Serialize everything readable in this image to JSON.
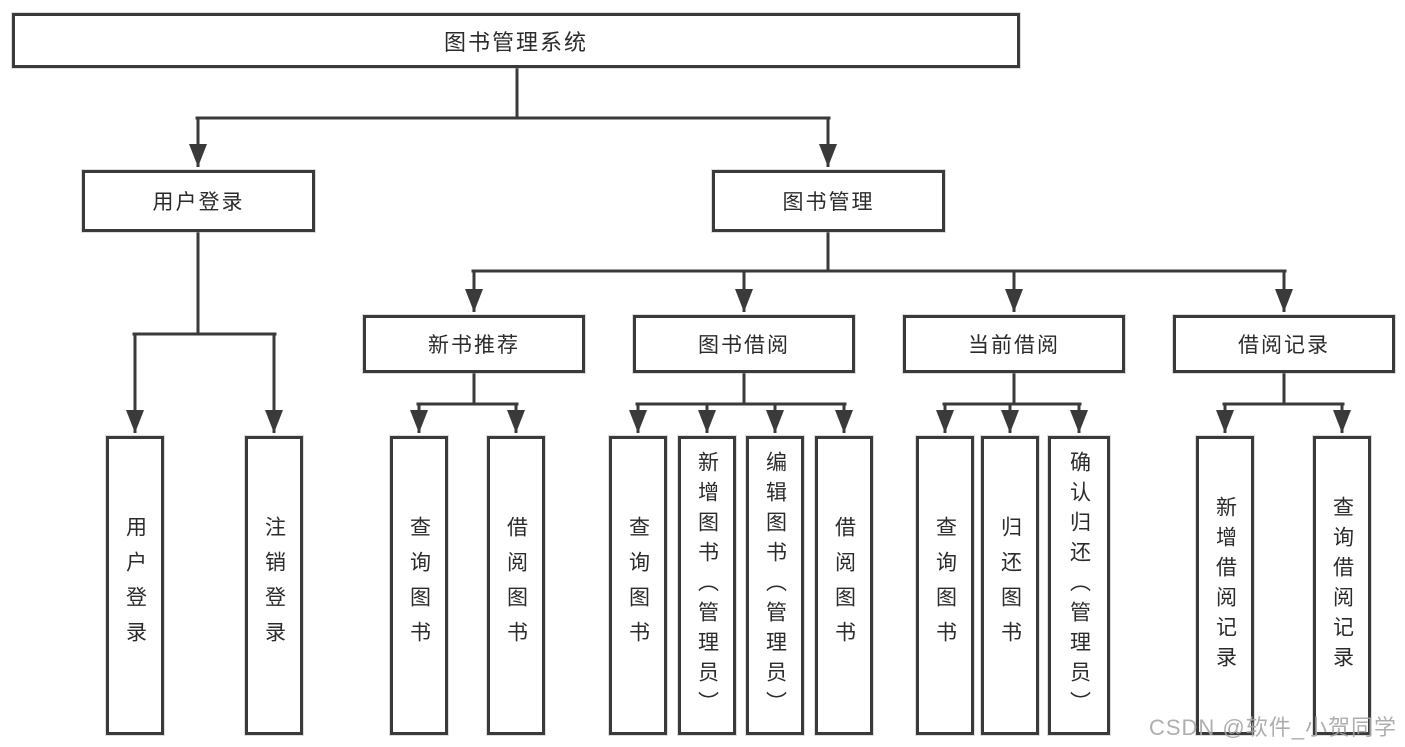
{
  "diagram": {
    "title": "图书管理系统",
    "nodes": {
      "root": "图书管理系统",
      "user_login": "用户登录",
      "book_mgmt": "图书管理",
      "new_book_rec": "新书推荐",
      "book_borrow": "图书借阅",
      "current_borrow": "当前借阅",
      "borrow_records": "借阅记录",
      "ul_login": "用户登录",
      "ul_logout": "注销登录",
      "nb_query": "查询图书",
      "nb_borrow": "借阅图书",
      "bb_query": "查询图书",
      "bb_add": "新增图书（管理员）",
      "bb_edit": "编辑图书（管理员）",
      "bb_borrow": "借阅图书",
      "cb_query": "查询图书",
      "cb_return": "归还图书",
      "cb_confirm": "确认归还（管理员）",
      "br_add": "新增借阅记录",
      "br_query": "查询借阅记录"
    },
    "hierarchy": {
      "图书管理系统": {
        "用户登录": [
          "用户登录",
          "注销登录"
        ],
        "图书管理": {
          "新书推荐": [
            "查询图书",
            "借阅图书"
          ],
          "图书借阅": [
            "查询图书",
            "新增图书（管理员）",
            "编辑图书（管理员）",
            "借阅图书"
          ],
          "当前借阅": [
            "查询图书",
            "归还图书",
            "确认归还（管理员）"
          ],
          "借阅记录": [
            "新增借阅记录",
            "查询借阅记录"
          ]
        }
      }
    }
  },
  "watermark": "CSDN @软件_小贺同学",
  "colors": {
    "line": "#3a3a3a",
    "text": "#2b2b2b",
    "watermark": "#a6a6a6",
    "background": "#ffffff"
  }
}
